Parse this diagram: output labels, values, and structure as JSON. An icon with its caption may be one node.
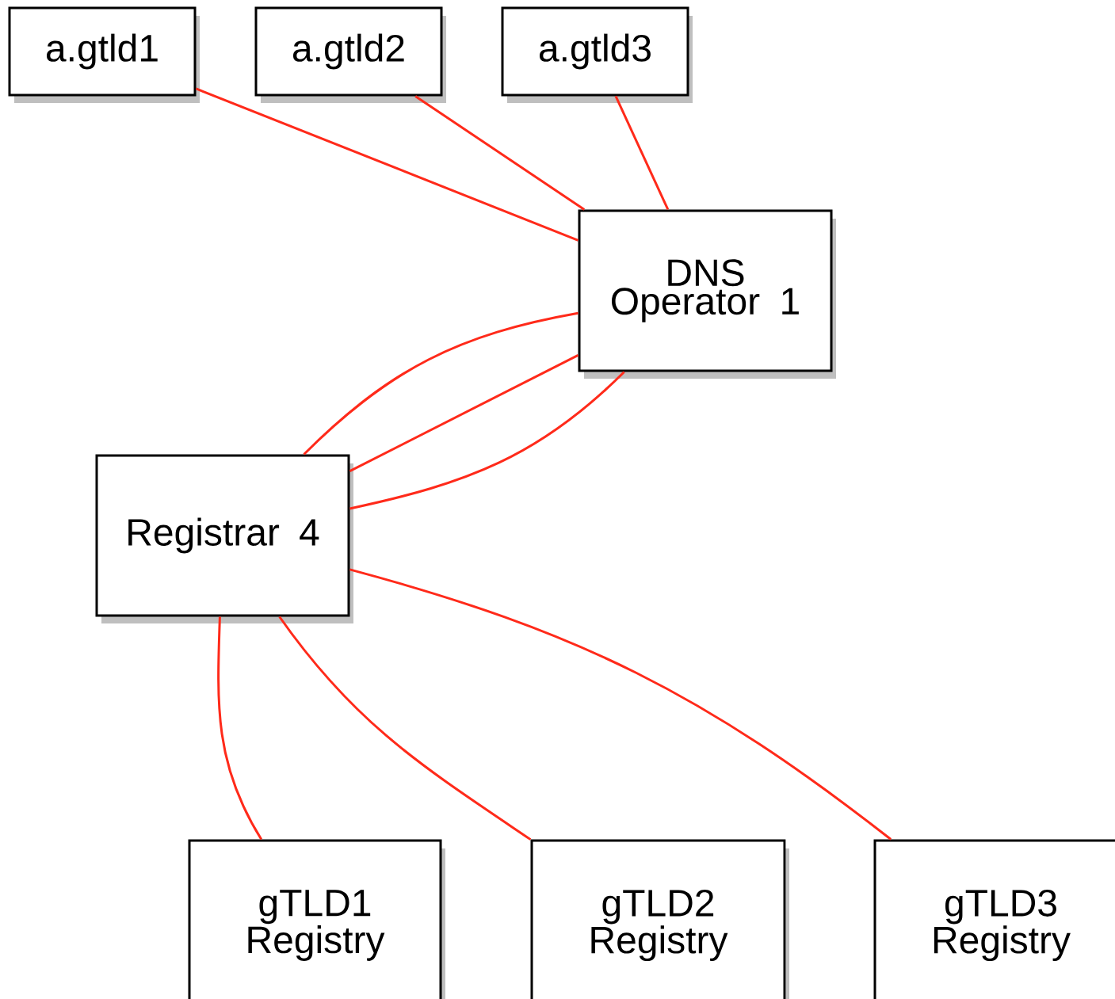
{
  "diagram": {
    "nodes": [
      {
        "text": [
          "a.gtld1"
        ]
      },
      {
        "text": [
          "a.gtld2"
        ]
      },
      {
        "text": [
          "a.gtld3"
        ]
      },
      {
        "text": [
          "DNS Operator 1"
        ]
      },
      {
        "text": [
          "Registrar 4"
        ]
      },
      {
        "text": [
          "gTLD1 Registry"
        ]
      },
      {
        "text": [
          "gTLD2 Registry"
        ]
      },
      {
        "text": [
          "gTLD3 Registry"
        ]
      }
    ],
    "edges": [
      {
        "from": 0,
        "to": 3,
        "arrow": "none"
      },
      {
        "from": 1,
        "to": 3,
        "arrow": "none"
      },
      {
        "from": 2,
        "to": 3,
        "arrow": "none"
      },
      {
        "from": 4,
        "to": 3,
        "arrow": "none"
      },
      {
        "from": 4,
        "to": 3,
        "arrow": "none"
      },
      {
        "from": 4,
        "to": 3,
        "arrow": "none"
      },
      {
        "from": 4,
        "to": 5,
        "arrow": "none"
      },
      {
        "from": 4,
        "to": 6,
        "arrow": "none"
      },
      {
        "from": 4,
        "to": 7,
        "arrow": "none"
      }
    ]
  }
}
